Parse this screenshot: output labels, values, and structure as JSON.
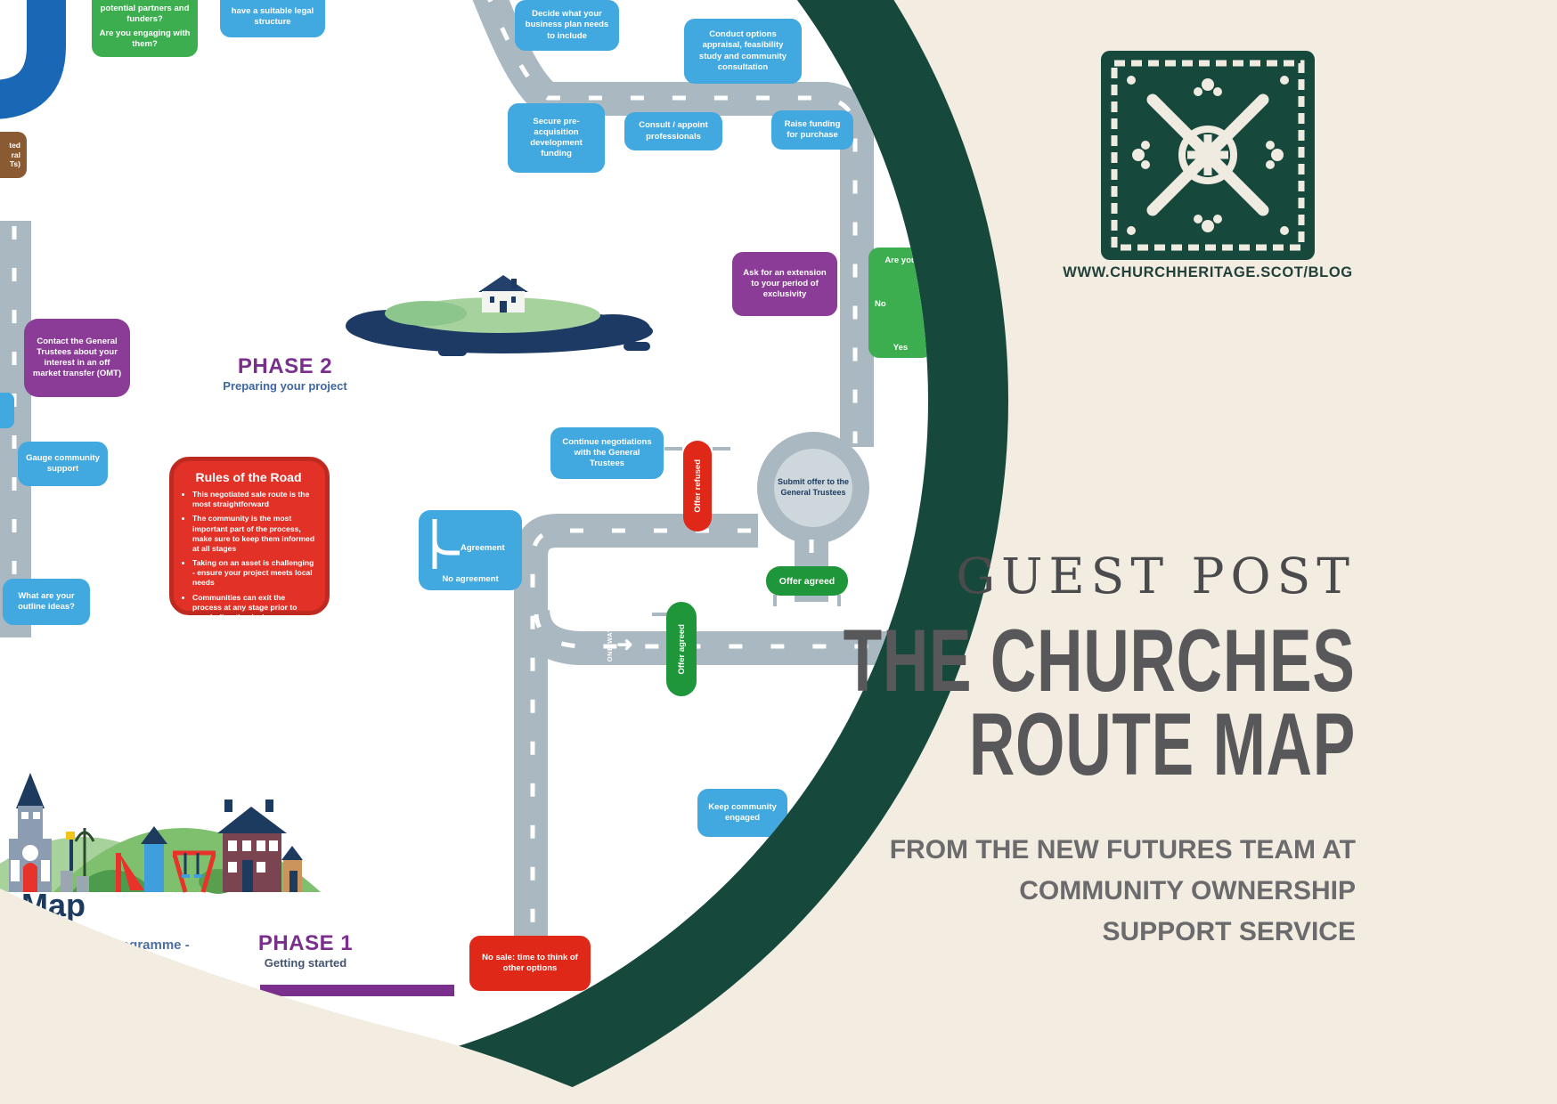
{
  "colors": {
    "background_cream": "#f2ece1",
    "ring_dark_green": "#16483c",
    "road_gray": "#a9b8c1",
    "box_blue": "#41a8e0",
    "box_green": "#3dae50",
    "box_purple": "#8b3c96",
    "box_brown": "#8a5a33",
    "box_red": "#e23127",
    "pill_red": "#e02818",
    "pill_green": "#1f9639",
    "route_blue": "#1a67b6",
    "phase_purple": "#7b2f8d",
    "navy": "#1d3a5f",
    "headline_gray": "#58585a"
  },
  "map": {
    "phase1": {
      "title": "PHASE 1",
      "subtitle": "Getting started"
    },
    "phase2": {
      "title": "PHASE 2",
      "subtitle": "Preparing your project"
    },
    "boxes": {
      "partners_q1": "potential partners and funders?",
      "partners_q2": "Are you engaging with them?",
      "legal": "have a suitable legal structure",
      "gts_fragment_l1": "ted",
      "gts_fragment_l2": "ral",
      "gts_fragment_l3": "Ts)",
      "decide": "Decide what your business plan needs to include",
      "conduct": "Conduct options appraisal, feasibility study and community consultation",
      "secure": "Secure pre-acquisition development funding",
      "consult": "Consult / appoint professionals",
      "raise": "Raise funding for purchase",
      "ask_extension": "Ask for an extension to your period of exclusivity",
      "ready_fragment_l1": "Are you",
      "ready_fragment_l2": "No",
      "ready_fragment_l3": "Yes",
      "contact_omt": "Contact the General Trustees about your interest in an off market transfer (OMT)",
      "gauge": "Gauge community support",
      "outline": "What are your outline ideas?",
      "continue_negotiations": "Continue negotiations with the General Trustees",
      "keep_engaged": "Keep community engaged",
      "no_sale": "No sale: time to think of other options"
    },
    "signs": {
      "offer_refused": "Offer refused",
      "offer_agreed_vertical": "Offer agreed",
      "offer_agreed": "Offer agreed",
      "one_way": "ONE WAY",
      "one_way_arrow": "➜",
      "agreement": "Agreement",
      "no_agreement": "No agreement",
      "roundabout": "Submit offer to the General Trustees"
    },
    "rules": {
      "title": "Rules of the Road",
      "bullets": [
        "This negotiated sale route is the most straightforward",
        "The community is the most important part of the process, make sure to keep them informed at all stages",
        "Taking on an asset is challenging - ensure your project meets local needs",
        "Communities can exit the process at any stage prior to concluding the deal"
      ]
    },
    "labels": {
      "map_word": "Map",
      "programme": "programme -"
    }
  },
  "panel": {
    "url": "WWW.CHURCHHERITAGE.SCOT/BLOG",
    "eyebrow": "GUEST POST",
    "title_line1": "THE CHURCHES",
    "title_line2": "ROUTE MAP",
    "subtitle_line1": "FROM THE NEW FUTURES TEAM AT",
    "subtitle_line2": "COMMUNITY OWNERSHIP",
    "subtitle_line3": "SUPPORT SERVICE"
  }
}
